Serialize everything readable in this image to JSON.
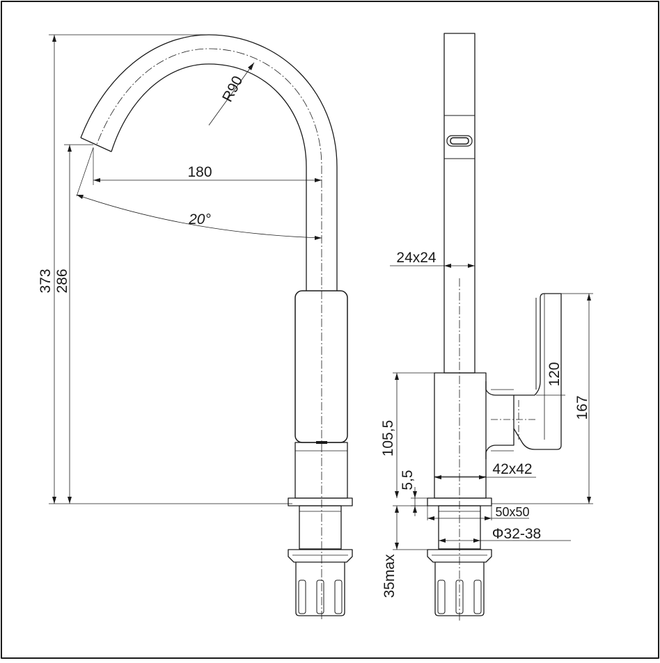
{
  "drawing": {
    "ink_color": "#1a1a1a",
    "background": "#ffffff",
    "side_view": {
      "dim_total_height": "373",
      "dim_spout_height": "286",
      "dim_radius": "R90",
      "dim_reach": "180",
      "dim_angle": "20°"
    },
    "front_view": {
      "dim_spout_section": "24x24",
      "dim_lever_height": "120",
      "dim_lever_total": "167",
      "dim_body_height": "105,5",
      "dim_body_section": "42x42",
      "dim_base_thickness": "5,5",
      "dim_base_section": "50x50",
      "dim_hole_diameter": "Φ32-38",
      "dim_max_deck": "35max"
    }
  }
}
